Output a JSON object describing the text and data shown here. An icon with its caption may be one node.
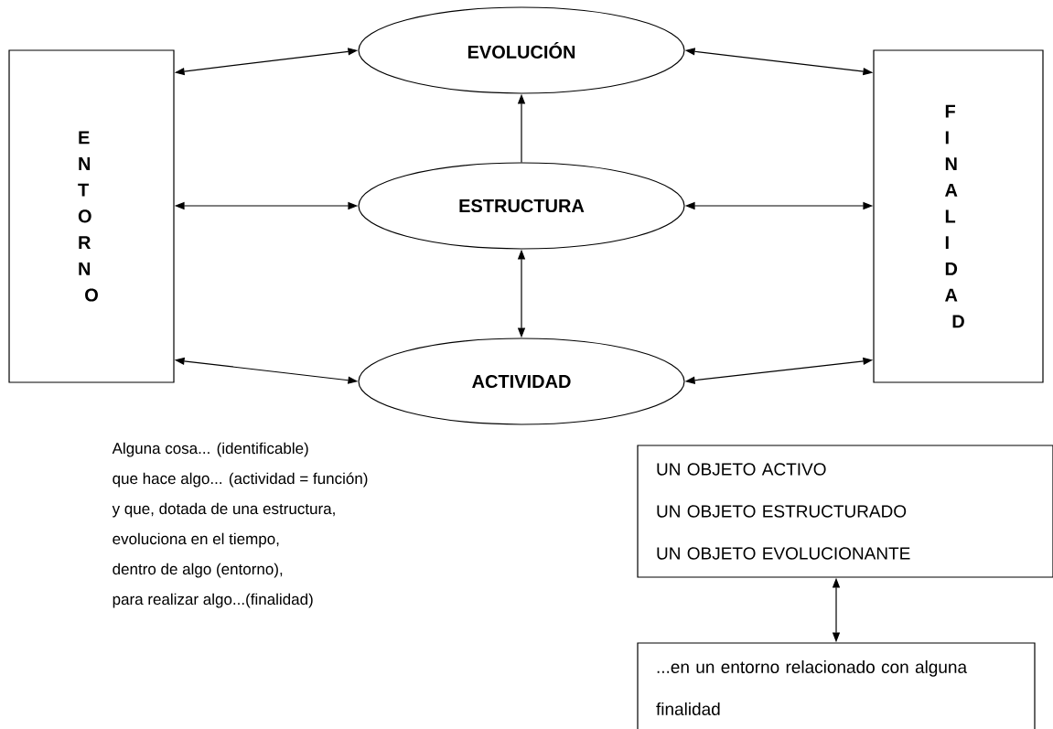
{
  "diagram": {
    "nodes": [
      {
        "text": [
          "ENTORNO"
        ]
      },
      {
        "text": [
          "EVOLUCIÓN"
        ]
      },
      {
        "text": [
          "ESTRUCTURA"
        ]
      },
      {
        "text": [
          "ACTIVIDAD"
        ]
      },
      {
        "text": [
          "FINALIDAD"
        ]
      },
      {
        "text": [
          "UN OBJETO ACTIVO",
          "UN OBJETO ESTRUCTURADO",
          "UN OBJETO EVOLUCIONANTE"
        ]
      },
      {
        "text": [
          "...en un entorno relacionado con alguna finalidad"
        ]
      }
    ],
    "edges": [
      {
        "from": 0,
        "to": 1,
        "arrow": "both"
      },
      {
        "from": 1,
        "to": 4,
        "arrow": "both"
      },
      {
        "from": 2,
        "to": 1,
        "arrow": "to"
      },
      {
        "from": 0,
        "to": 2,
        "arrow": "both"
      },
      {
        "from": 2,
        "to": 4,
        "arrow": "both"
      },
      {
        "from": 2,
        "to": 3,
        "arrow": "both"
      },
      {
        "from": 0,
        "to": 3,
        "arrow": "both"
      },
      {
        "from": 3,
        "to": 4,
        "arrow": "both"
      },
      {
        "from": 5,
        "to": 6,
        "arrow": "both"
      }
    ],
    "labels": [
      "Alguna cosa... (identificable)",
      "que hace algo... (actividad = función)",
      "y que, dotada de una estructura,",
      "evoluciona en el tiempo,",
      "dentro de algo (entorno),",
      "para realizar algo...(finalidad)"
    ]
  }
}
